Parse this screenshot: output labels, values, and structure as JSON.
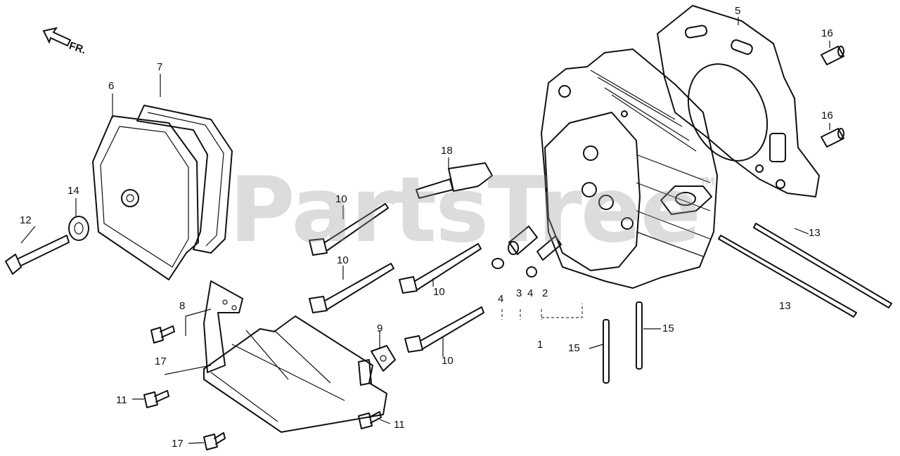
{
  "front_indicator": {
    "label": "FR.",
    "icon": "front-arrow-icon"
  },
  "watermark": {
    "text": "PartsTree",
    "trademark": "TM"
  },
  "callouts": [
    {
      "id": "c5",
      "label": "5"
    },
    {
      "id": "c16a",
      "label": "16"
    },
    {
      "id": "c16b",
      "label": "16"
    },
    {
      "id": "c7",
      "label": "7"
    },
    {
      "id": "c6",
      "label": "6"
    },
    {
      "id": "c18",
      "label": "18"
    },
    {
      "id": "c14",
      "label": "14"
    },
    {
      "id": "c12",
      "label": "12"
    },
    {
      "id": "c10a",
      "label": "10"
    },
    {
      "id": "c10b",
      "label": "10"
    },
    {
      "id": "c10c",
      "label": "10"
    },
    {
      "id": "c10d",
      "label": "10"
    },
    {
      "id": "c13a",
      "label": "13"
    },
    {
      "id": "c13b",
      "label": "13"
    },
    {
      "id": "c8",
      "label": "8"
    },
    {
      "id": "c4a",
      "label": "4"
    },
    {
      "id": "c3",
      "label": "3"
    },
    {
      "id": "c4b",
      "label": "4"
    },
    {
      "id": "c2",
      "label": "2"
    },
    {
      "id": "c9",
      "label": "9"
    },
    {
      "id": "c1",
      "label": "1"
    },
    {
      "id": "c15a",
      "label": "15"
    },
    {
      "id": "c15b",
      "label": "15"
    },
    {
      "id": "c17a",
      "label": "17"
    },
    {
      "id": "c11a",
      "label": "11"
    },
    {
      "id": "c11b",
      "label": "11"
    },
    {
      "id": "c17b",
      "label": "17"
    }
  ]
}
